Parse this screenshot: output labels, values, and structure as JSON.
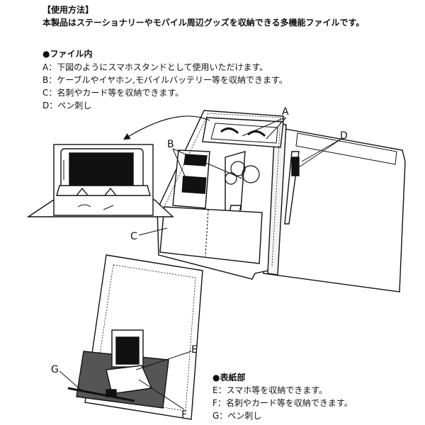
{
  "header": {
    "title": "【使用方法】",
    "description": "本製品はステーショナリーやモバイル周辺グッズを収納できる多機能ファイルです。"
  },
  "inner": {
    "heading": "●ファイル内",
    "items": [
      "A：下図のようにスマホスタンドとして使用いただけます。",
      "B：ケーブルやイヤホン,モバイルバッテリー等を収納できます。",
      "C：名刺やカード等を収納できます。",
      "D：ペン刺し"
    ]
  },
  "cover": {
    "heading": "●表紙部",
    "items": [
      "E：スマホ等を収納できます。",
      "F：名刺やカード等を収納できます。",
      "G：ペン刺し"
    ]
  },
  "labels": {
    "A": "A",
    "B": "B",
    "C": "C",
    "D": "D",
    "E": "E",
    "F": "F",
    "G": "G"
  }
}
